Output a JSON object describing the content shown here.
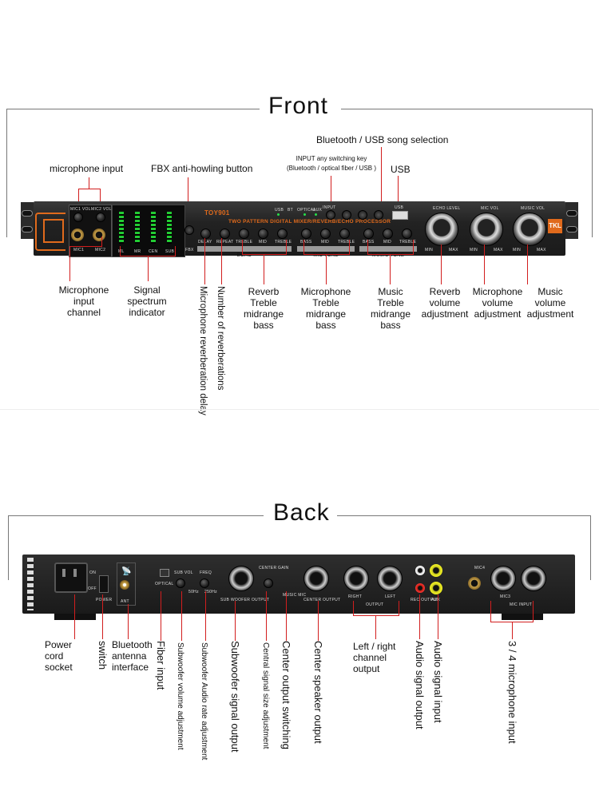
{
  "front": {
    "title": "Front",
    "labels": {
      "bt_usb_song": "Bluetooth / USB song selection",
      "input_switch_1": "INPUT any switching key",
      "input_switch_2": "(Bluetooth / optical fiber / USB )",
      "usb": "USB",
      "mic_input": "microphone input",
      "fbx": "FBX anti-howling button",
      "mic_input_channel": [
        "Microphone",
        "input",
        "channel"
      ],
      "signal_spectrum": [
        "Signal",
        "spectrum",
        "indicator"
      ],
      "mic_reverb_delay": "Microphone reverberation delay",
      "num_reverberations": "Number of reverberations",
      "reverb_tone": [
        "Reverb",
        "Treble",
        "midrange",
        "bass"
      ],
      "mic_tone": [
        "Microphone",
        "Treble",
        "midrange",
        "bass"
      ],
      "music_tone": [
        "Music",
        "Treble",
        "midrange",
        "bass"
      ],
      "reverb_volume": [
        "Reverb",
        "volume",
        "adjustment"
      ],
      "mic_volume": [
        "Microphone",
        "volume",
        "adjustment"
      ],
      "music_volume": [
        "Music",
        "volume",
        "adjustment"
      ]
    },
    "panel": {
      "model": "TOY901",
      "subtitle": "TWO PATTERN DIGITAL MIXER/REVERB/ECHO PROCESSOR",
      "brand": "TKL",
      "mic1_vol": "MIC1 VOL",
      "mic2_vol": "MIC2 VOL",
      "mic1": "MIC1",
      "mic2": "MIC2",
      "fbx": "FBX",
      "meter_labels": [
        "ML",
        "MR",
        "CEN",
        "SUB"
      ],
      "section_echo": "ECHO",
      "section_mic_tone": "MIC TONE",
      "section_music_tone": "MUSIC TONE",
      "knob_labels": [
        "DELAY",
        "REPEAT",
        "TREBLE",
        "MID",
        "TREBLE",
        "BASS",
        "MID",
        "TREBLE",
        "BASS",
        "MID",
        "TREBLE"
      ],
      "status": [
        "USB",
        "BT",
        "OPTICAL",
        "AUX"
      ],
      "input_btn": "INPUT",
      "usb_port": "USB",
      "echo_level": "ECHO LEVEL",
      "mic_vol": "MIC VOL",
      "music_vol": "MUSIC VOL",
      "min": "MIN",
      "max": "MAX"
    }
  },
  "back": {
    "title": "Back",
    "labels": {
      "power_socket": [
        "Power",
        "cord",
        "socket"
      ],
      "switch": "switch",
      "bt_antenna": [
        "Bluetooth",
        "antenna",
        "interface"
      ],
      "fiber_input": "Fiber input",
      "sub_vol_adj": "Subwoofer volume adjustment",
      "sub_rate_adj": "Subwoofer Audio rate adjustment",
      "sub_output": "Subwoofer signal output",
      "central_size_adj": "Central signal size adjustment",
      "center_switching": "Center output switching",
      "center_speaker_output": "Center speaker output",
      "lr_output": [
        "Left / right",
        "channel",
        "output"
      ],
      "audio_signal_output": "Audio signal output",
      "audio_signal_input": "Audio signal input",
      "mic34_input": "3 / 4 microphone input"
    },
    "panel": {
      "on": "ON",
      "off": "OFF",
      "power": "POWER",
      "ant": "ANT",
      "optical": "OPTICAL",
      "sub_vol": "SUB VOL",
      "freq": "FREQ",
      "f1": "50Hz",
      "f2": "250Hz",
      "sub_out": "SUB WOOFER OUTPUT",
      "center_gain": "CENTER GAIN",
      "music_mic": "MUSIC MIC",
      "center_out": "CENTER OUTPUT",
      "right": "RIGHT",
      "left": "LEFT",
      "output": "OUTPUT",
      "rec_out": "REC OUTPUT",
      "aux": "AUX",
      "mic4": "MIC4",
      "mic3": "MIC3",
      "mic_input": "MIC INPUT"
    }
  },
  "colors": {
    "accent_red": "#d21e1e",
    "panel_orange": "#e06a1c",
    "led_green": "#26e04a"
  }
}
